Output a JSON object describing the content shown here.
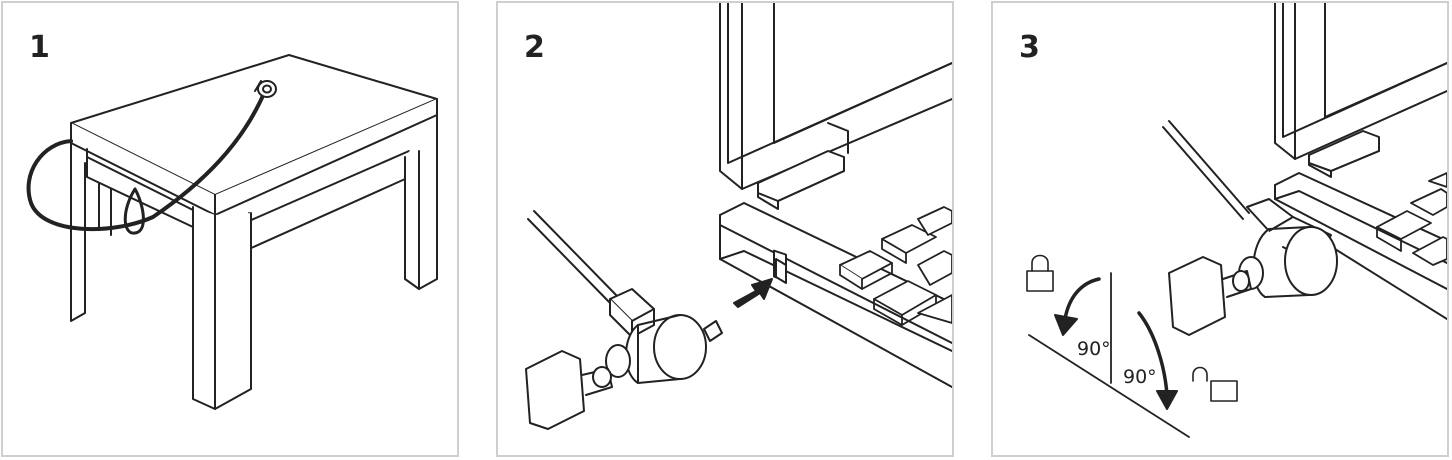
{
  "steps": [
    {
      "number": "1"
    },
    {
      "number": "2"
    },
    {
      "number": "3",
      "angle_lock": "90°",
      "angle_unlock": "90°"
    }
  ],
  "icons": [
    "padlock-closed-icon",
    "padlock-open-icon",
    "rotate-arrow-icon",
    "insert-arrow-icon"
  ]
}
